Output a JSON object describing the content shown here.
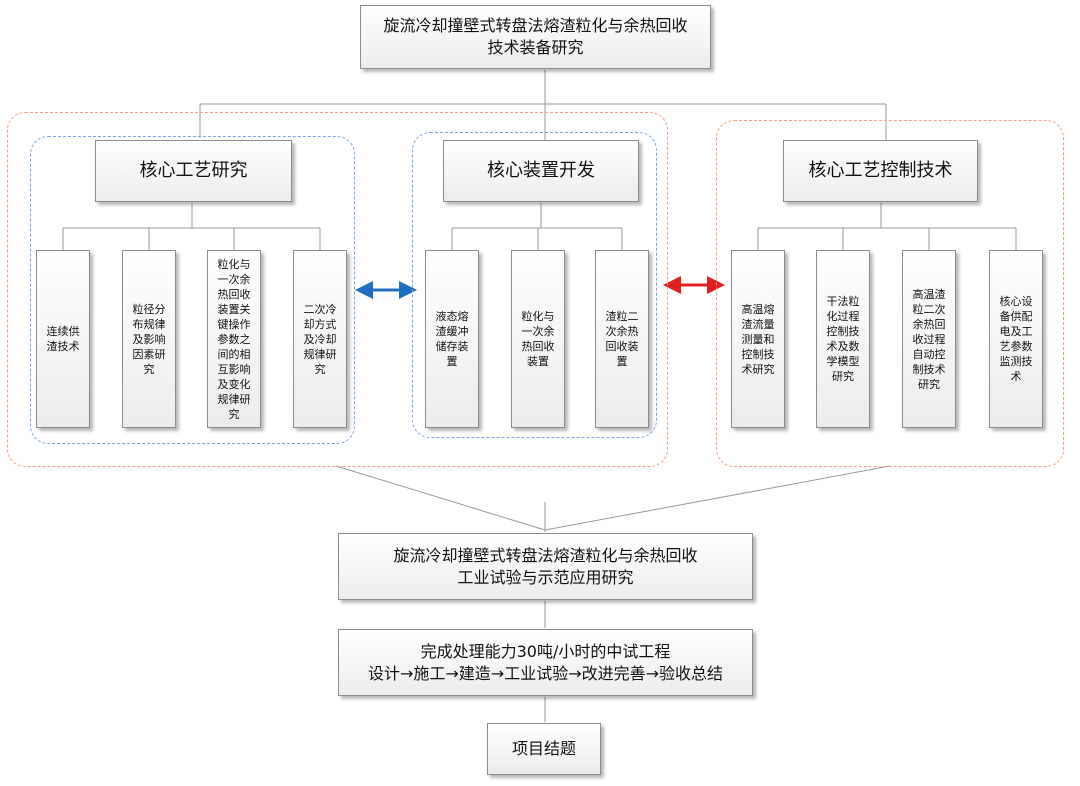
{
  "top_title": "旋流冷却撞壁式转盘法熔渣粒化与余热回收\n技术装备研究",
  "groups": {
    "left": {
      "header": "核心工艺研究",
      "items": [
        "连续供\n渣技术",
        "粒径分\n布规律\n及影响\n因素研\n究",
        "粒化与\n一次余\n热回收\n装置关\n键操作\n参数之\n间的相\n互影响\n及变化\n规律研\n究",
        "二次冷\n却方式\n及冷却\n规律研\n究"
      ]
    },
    "middle": {
      "header": "核心装置开发",
      "items": [
        "液态熔\n渣缓冲\n储存装\n置",
        "粒化与\n一次余\n热回收\n装置",
        "渣粒二\n次余热\n回收装\n置"
      ]
    },
    "right": {
      "header": "核心工艺控制技术",
      "items": [
        "高温熔\n渣流量\n测量和\n控制技\n术研究",
        "干法粒\n化过程\n控制技\n术及数\n学模型\n研究",
        "高温渣\n粒二次\n余热回\n收过程\n自动控\n制技术\n研究",
        "核心设\n备供配\n电及工\n艺参数\n监测技\n术"
      ]
    }
  },
  "arrows": {
    "blue_color": "#1f6fbf",
    "red_color": "#e02020"
  },
  "industrial_title": "旋流冷却撞壁式转盘法熔渣粒化与余热回收\n工业试验与示范应用研究",
  "pilot": {
    "line1": "完成处理能力30吨/小时的中试工程",
    "line2": "设计→施工→建造→工业试验→改进完善→验收总结"
  },
  "final": "项目结题"
}
